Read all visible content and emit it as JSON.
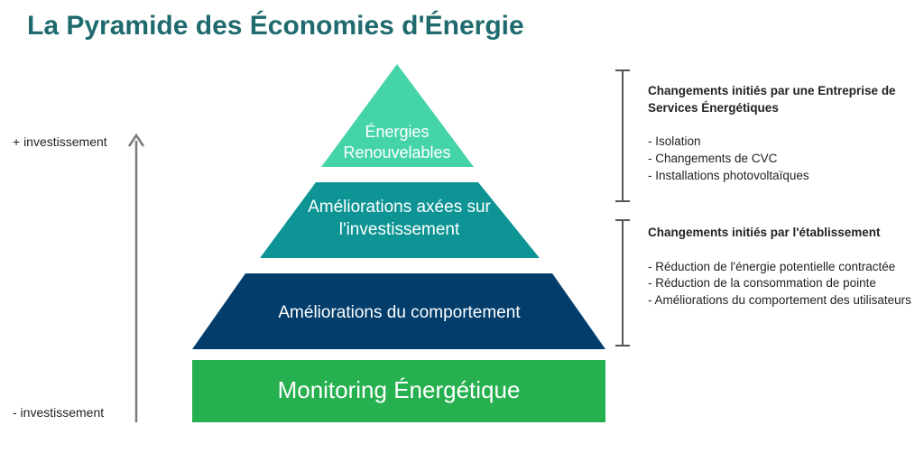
{
  "title": "La Pyramide des Économies d'Énergie",
  "axis": {
    "top_label": "+ investissement",
    "bottom_label": "- investissement"
  },
  "tiers": [
    {
      "label": "Énergies Renouvelables",
      "color": "#45d4a8"
    },
    {
      "label": "Améliorations axées sur l'investissement",
      "color": "#0e9494"
    },
    {
      "label": "Améliorations du comportement",
      "color": "#023d6b"
    },
    {
      "label": "Monitoring Énergétique",
      "color": "#27b04f"
    }
  ],
  "groups": [
    {
      "title": "Changements initiés par une Entreprise de Services Énergétiques",
      "items": [
        "- Isolation",
        "- Changements de CVC",
        "- Installations photovoltaïques"
      ]
    },
    {
      "title": "Changements initiés par l'établissement",
      "items": [
        "- Réduction de l'énergie potentielle contractée",
        "- Réduction de la consommation de pointe",
        "- Améliorations du comportement des utilisateurs"
      ]
    }
  ],
  "colors": {
    "title": "#1f6a6e",
    "arrow": "#7a7a7a",
    "bracket": "#555555"
  }
}
